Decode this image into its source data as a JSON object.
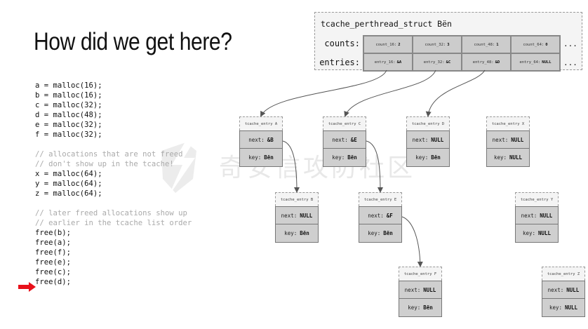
{
  "title": "How did we get here?",
  "code": [
    {
      "t": "a = malloc(16);",
      "c": false
    },
    {
      "t": "b = malloc(16);",
      "c": false
    },
    {
      "t": "c = malloc(32);",
      "c": false
    },
    {
      "t": "d = malloc(48);",
      "c": false
    },
    {
      "t": "e = malloc(32);",
      "c": false
    },
    {
      "t": "f = malloc(32);",
      "c": false
    },
    {
      "t": "",
      "c": false
    },
    {
      "t": "// allocations that are not freed",
      "c": true
    },
    {
      "t": "// don't show up in the tcache!",
      "c": true
    },
    {
      "t": "x = malloc(64);",
      "c": false
    },
    {
      "t": "y = malloc(64);",
      "c": false
    },
    {
      "t": "z = malloc(64);",
      "c": false
    },
    {
      "t": "",
      "c": false
    },
    {
      "t": "// later freed allocations show up",
      "c": true
    },
    {
      "t": "// earlier in the tcache list order",
      "c": true
    },
    {
      "t": "free(b);",
      "c": false
    },
    {
      "t": "free(a);",
      "c": false
    },
    {
      "t": "free(f);",
      "c": false
    },
    {
      "t": "free(e);",
      "c": false
    },
    {
      "t": "free(c);",
      "c": false
    },
    {
      "t": "free(d);",
      "c": false
    }
  ],
  "struct": {
    "title": "tcache_perthread_struct Bën",
    "counts_label": "counts:",
    "entries_label": "entries:",
    "ellipsis": "...",
    "counts": [
      {
        "k": "count_16:",
        "v": "2"
      },
      {
        "k": "count_32:",
        "v": "3"
      },
      {
        "k": "count_48:",
        "v": "1"
      },
      {
        "k": "count_64:",
        "v": "0"
      }
    ],
    "entries": [
      {
        "k": "entry_16:",
        "v": "&A"
      },
      {
        "k": "entry_32:",
        "v": "&C"
      },
      {
        "k": "entry_48:",
        "v": "&D"
      },
      {
        "k": "entry_64:",
        "v": "NULL"
      }
    ]
  },
  "tcache_entries": [
    {
      "id": "a",
      "label": "tcache_entry A",
      "next": "&B",
      "key": "Bën"
    },
    {
      "id": "c",
      "label": "tcache_entry C",
      "next": "&E",
      "key": "Bën"
    },
    {
      "id": "d",
      "label": "tcache_entry D",
      "next": "NULL",
      "key": "Bën"
    },
    {
      "id": "x",
      "label": "tcache_entry X",
      "next": "NULL",
      "key": "NULL"
    },
    {
      "id": "b",
      "label": "tcache_entry B",
      "next": "NULL",
      "key": "Bën"
    },
    {
      "id": "e",
      "label": "tcache_entry E",
      "next": "&F",
      "key": "Bën"
    },
    {
      "id": "y",
      "label": "tcache_entry Y",
      "next": "NULL",
      "key": "NULL"
    },
    {
      "id": "f",
      "label": "tcache_entry F",
      "next": "NULL",
      "key": "Bën"
    },
    {
      "id": "z",
      "label": "tcache_entry Z",
      "next": "NULL",
      "key": "NULL"
    }
  ],
  "field_labels": {
    "next": "next:",
    "key": "key:"
  },
  "watermark": "奇安信攻防社区",
  "colors": {
    "pointer_arrow": "#e8101a",
    "cell_fill": "#cfcfcf"
  }
}
